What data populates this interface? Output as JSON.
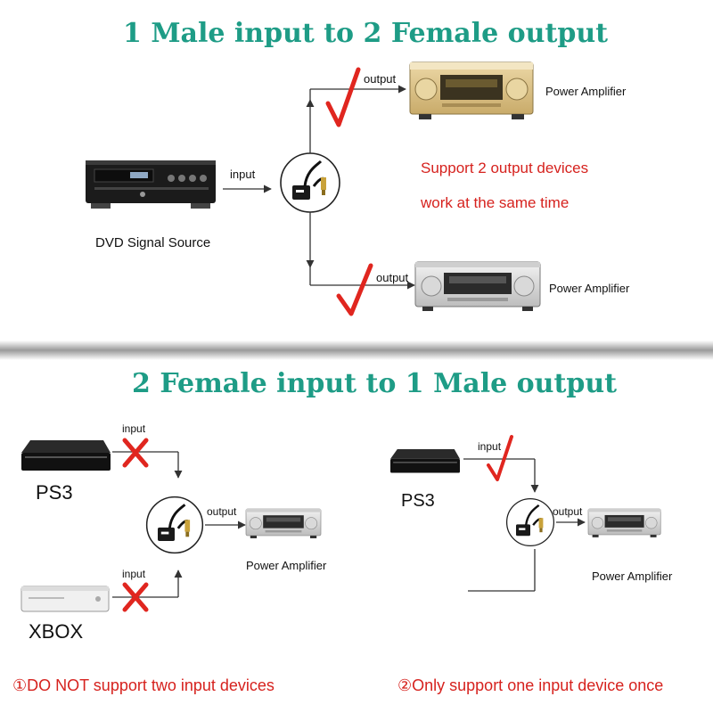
{
  "section_top": {
    "title": "1 Male input to 2 Female output",
    "source_label": "DVD Signal Source",
    "input_label": "input",
    "output_top_label": "output",
    "output_bottom_label": "output",
    "amp_top_label": "Power Amplifier",
    "amp_bottom_label": "Power Amplifier",
    "support_line1": "Support 2 output devices",
    "support_line2": "work at the same time"
  },
  "section_bottom": {
    "title": "2 Female input to 1 Male output",
    "left": {
      "device_top_label": "PS3",
      "device_bottom_label": "XBOX",
      "input_top_label": "input",
      "input_bottom_label": "input",
      "output_label": "output",
      "amp_label": "Power Amplifier",
      "note": "①DO NOT support two input devices"
    },
    "right": {
      "device_label": "PS3",
      "input_label": "input",
      "output_label": "output",
      "amp_label": "Power Amplifier",
      "note": "②Only support one input device once"
    }
  },
  "colors": {
    "title": "#1e9c86",
    "warning_text": "#d6221e",
    "check_mark": "#e0261f",
    "cross_mark": "#e0261f",
    "line": "#333333"
  },
  "icons": [
    "dvd-player-icon",
    "optical-splitter-icon",
    "amplifier-icon",
    "ps3-console-icon",
    "xbox-console-icon",
    "check-icon",
    "cross-icon"
  ]
}
